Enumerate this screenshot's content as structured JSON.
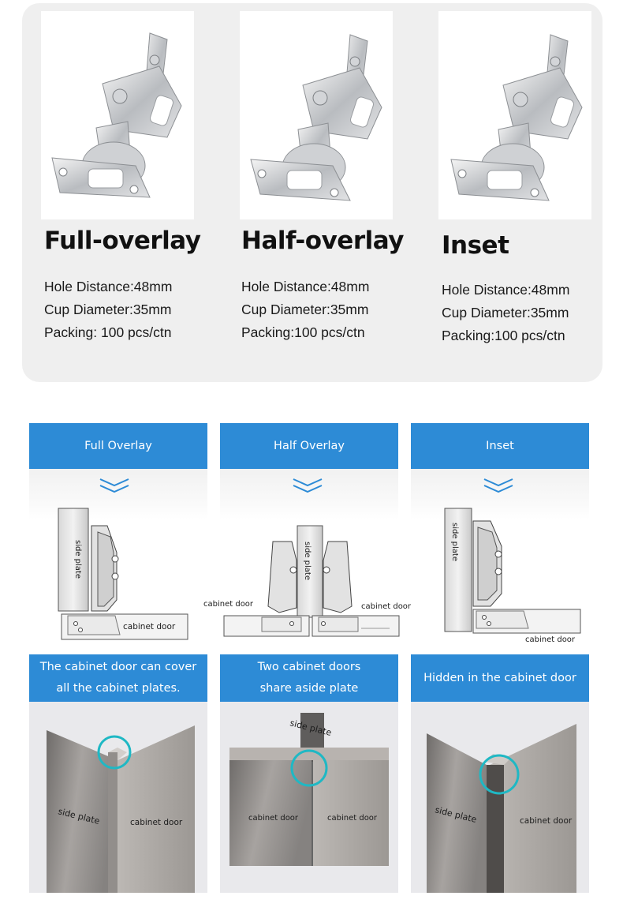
{
  "products": [
    {
      "title": "Full-overlay",
      "specs": [
        "Hole Distance:48mm",
        "Cup Diameter:35mm",
        "Packing: 100 pcs/ctn"
      ]
    },
    {
      "title": "Half-overlay",
      "specs": [
        "Hole Distance:48mm",
        "Cup Diameter:35mm",
        "Packing:100 pcs/ctn"
      ]
    },
    {
      "title": "Inset",
      "specs": [
        "Hole Distance:48mm",
        "Cup Diameter:35mm",
        "Packing:100 pcs/ctn"
      ]
    }
  ],
  "columns": [
    {
      "header": "Full Overlay",
      "caption_lines": [
        "The cabinet door can cover",
        "all the cabinet plates."
      ],
      "diagram_labels": {
        "side": "side plate",
        "door": "cabinet door"
      },
      "photo_labels": {
        "side": "side plate",
        "door": "cabinet door"
      }
    },
    {
      "header": "Half Overlay",
      "caption_lines": [
        "Two cabinet doors",
        "share aside plate"
      ],
      "diagram_labels": {
        "side": "side plate",
        "door_left": "cabinet door",
        "door_right": "cabinet door"
      },
      "photo_labels": {
        "side": "side plate",
        "door_left": "cabinet door",
        "door_right": "cabinet door"
      }
    },
    {
      "header": "Inset",
      "caption_lines": [
        "Hidden in the cabinet door"
      ],
      "diagram_labels": {
        "side": "side plate",
        "door": "cabinet door"
      },
      "photo_labels": {
        "side": "side plate",
        "door": "cabinet door"
      }
    }
  ],
  "colors": {
    "accent": "#2d8bd6",
    "card": "#efefef",
    "teal_ring": "#1fb8c4"
  },
  "icons": [
    "chevron-down-double-icon",
    "hinge-photo",
    "hinge-diagram",
    "wood-corner-photo"
  ]
}
